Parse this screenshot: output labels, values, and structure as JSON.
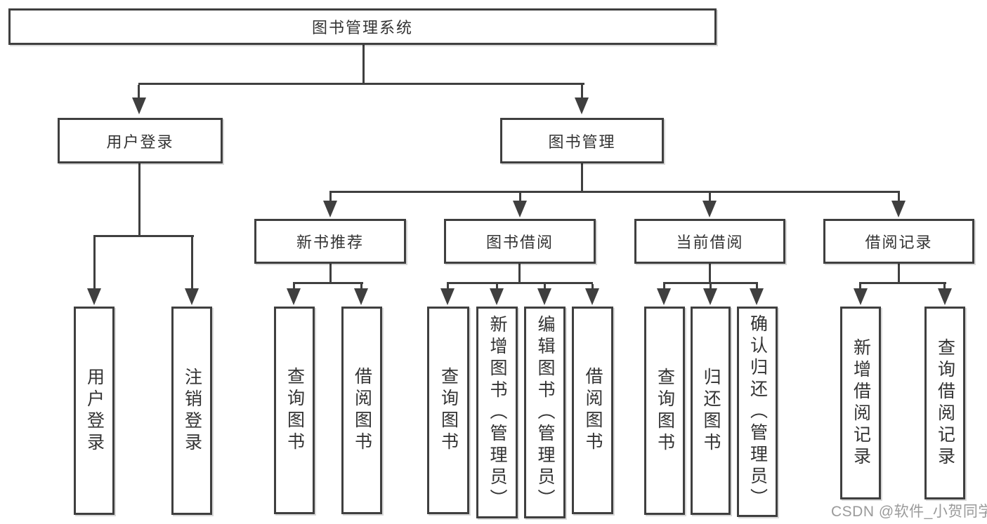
{
  "diagram": {
    "title": "图书管理系统",
    "level2": {
      "user_login": {
        "label": "用户登录"
      },
      "book_management": {
        "label": "图书管理"
      }
    },
    "level3": {
      "new_book_recommend": {
        "label": "新书推荐"
      },
      "book_borrow": {
        "label": "图书借阅"
      },
      "current_borrow": {
        "label": "当前借阅"
      },
      "borrow_record": {
        "label": "借阅记录"
      }
    },
    "leaves": {
      "user_login": {
        "label": "用户登录"
      },
      "logout": {
        "label": "注销登录"
      },
      "nbr_query_book": {
        "label": "查询图书"
      },
      "nbr_borrow_book": {
        "label": "借阅图书"
      },
      "bb_query_book": {
        "label": "查询图书"
      },
      "bb_add_book": {
        "label": "新增图书（管理员）"
      },
      "bb_edit_book": {
        "label": "编辑图书（管理员）"
      },
      "bb_borrow_book": {
        "label": "借阅图书"
      },
      "cb_query_book": {
        "label": "查询图书"
      },
      "cb_return_book": {
        "label": "归还图书"
      },
      "cb_confirm_return": {
        "label": "确认归还（管理员）"
      },
      "br_add_record": {
        "label": "新增借阅记录"
      },
      "br_query_record": {
        "label": "查询借阅记录"
      }
    },
    "hierarchy": {
      "图书管理系统": [
        "用户登录",
        "图书管理"
      ],
      "用户登录": [
        "用户登录",
        "注销登录"
      ],
      "图书管理": [
        "新书推荐",
        "图书借阅",
        "当前借阅",
        "借阅记录"
      ],
      "新书推荐": [
        "查询图书",
        "借阅图书"
      ],
      "图书借阅": [
        "查询图书",
        "新增图书（管理员）",
        "编辑图书（管理员）",
        "借阅图书"
      ],
      "当前借阅": [
        "查询图书",
        "归还图书",
        "确认归还（管理员）"
      ],
      "借阅记录": [
        "新增借阅记录",
        "查询借阅记录"
      ]
    }
  },
  "watermark": {
    "text": "CSDN @软件_小贺同学",
    "color": "#9a9a9a"
  },
  "colors": {
    "line": "#3f3f3f",
    "box_border": "#3f3f3f",
    "text": "#333333",
    "background": "#ffffff"
  }
}
